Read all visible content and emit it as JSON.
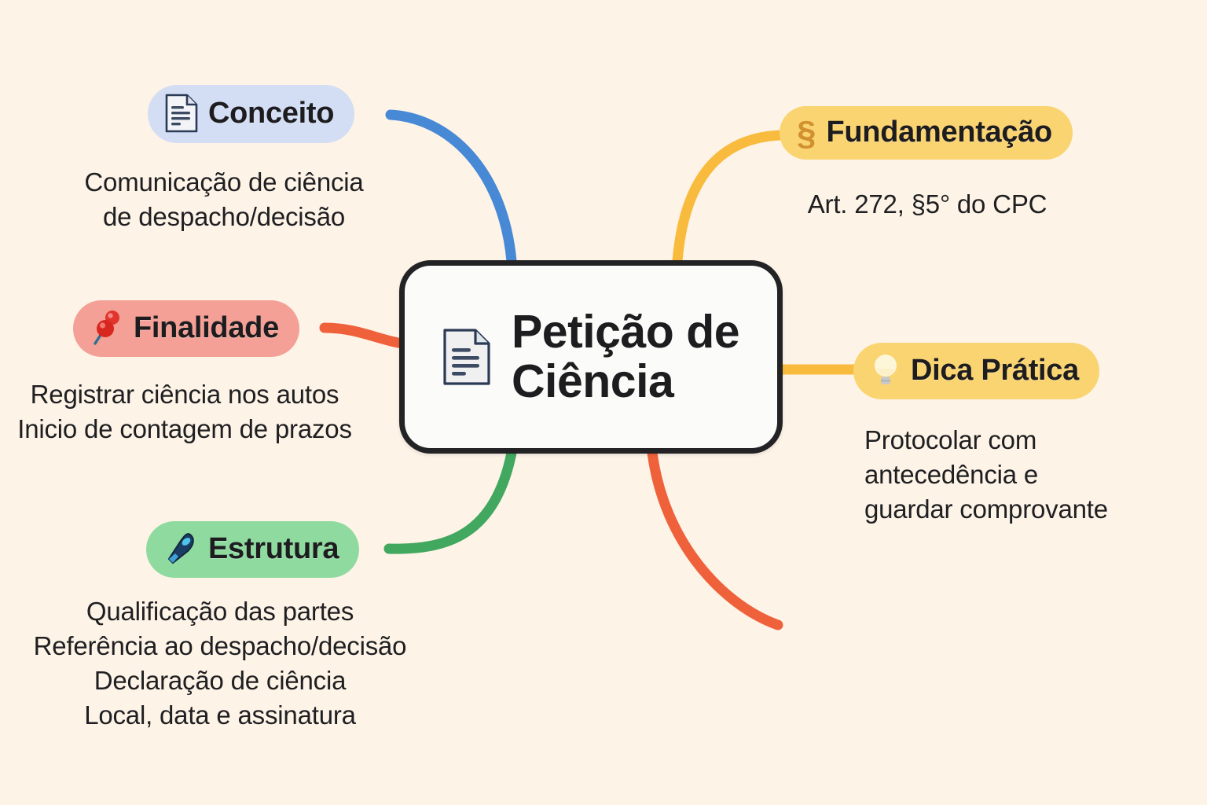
{
  "page": {
    "background_color": "#fdf3e7",
    "type": "mindmap"
  },
  "center": {
    "title": "Petição de\nCiência",
    "icon": "document-icon",
    "border_color": "#232326",
    "fill_color": "#fbfbfa"
  },
  "branches": [
    {
      "id": "conceito",
      "label": "Conceito",
      "icon": "document-icon",
      "pill_color": "#d3def5",
      "edge_color": "#4889d6",
      "children": [
        "Comunicação de ciência",
        "de despacho/decisão"
      ]
    },
    {
      "id": "fundamentacao",
      "label": "Fundamentação",
      "icon": "section-sign-icon",
      "pill_color": "#fbd472",
      "edge_color": "#f8bb3d",
      "children": [
        "Art. 272, §5° do CPC"
      ]
    },
    {
      "id": "finalidade",
      "label": "Finalidade",
      "icon": "pushpin-icon",
      "pill_color": "#f4a096",
      "edge_color": "#ef613b",
      "children": [
        "Registrar ciência nos autos",
        "Inicio de contagem de prazos"
      ]
    },
    {
      "id": "dica-pratica",
      "label": "Dica Prática",
      "icon": "lightbulb-icon",
      "pill_color": "#fbd472",
      "edge_color": "#f8bb3d",
      "children": [
        "Protocolar com",
        "antecedência e",
        "guardar comprovante"
      ]
    },
    {
      "id": "estrutura",
      "label": "Estrutura",
      "icon": "pen-icon",
      "pill_color": "#8fda9e",
      "edge_color": "#42a860",
      "children": [
        "Qualificação das partes",
        "Referência ao despacho/decisão",
        "Declaração de ciência",
        "Local, data e assinatura"
      ]
    }
  ],
  "chart_data": {
    "type": "diagram",
    "title": "Petição de Ciência",
    "nodes": [
      {
        "id": "root",
        "label": "Petição de Ciência",
        "parent": null
      },
      {
        "id": "conceito",
        "label": "Conceito",
        "parent": "root"
      },
      {
        "id": "fundamentacao",
        "label": "Fundamentação",
        "parent": "root"
      },
      {
        "id": "finalidade",
        "label": "Finalidade",
        "parent": "root"
      },
      {
        "id": "dica-pratica",
        "label": "Dica Prática",
        "parent": "root"
      },
      {
        "id": "estrutura",
        "label": "Estrutura",
        "parent": "root"
      }
    ]
  }
}
